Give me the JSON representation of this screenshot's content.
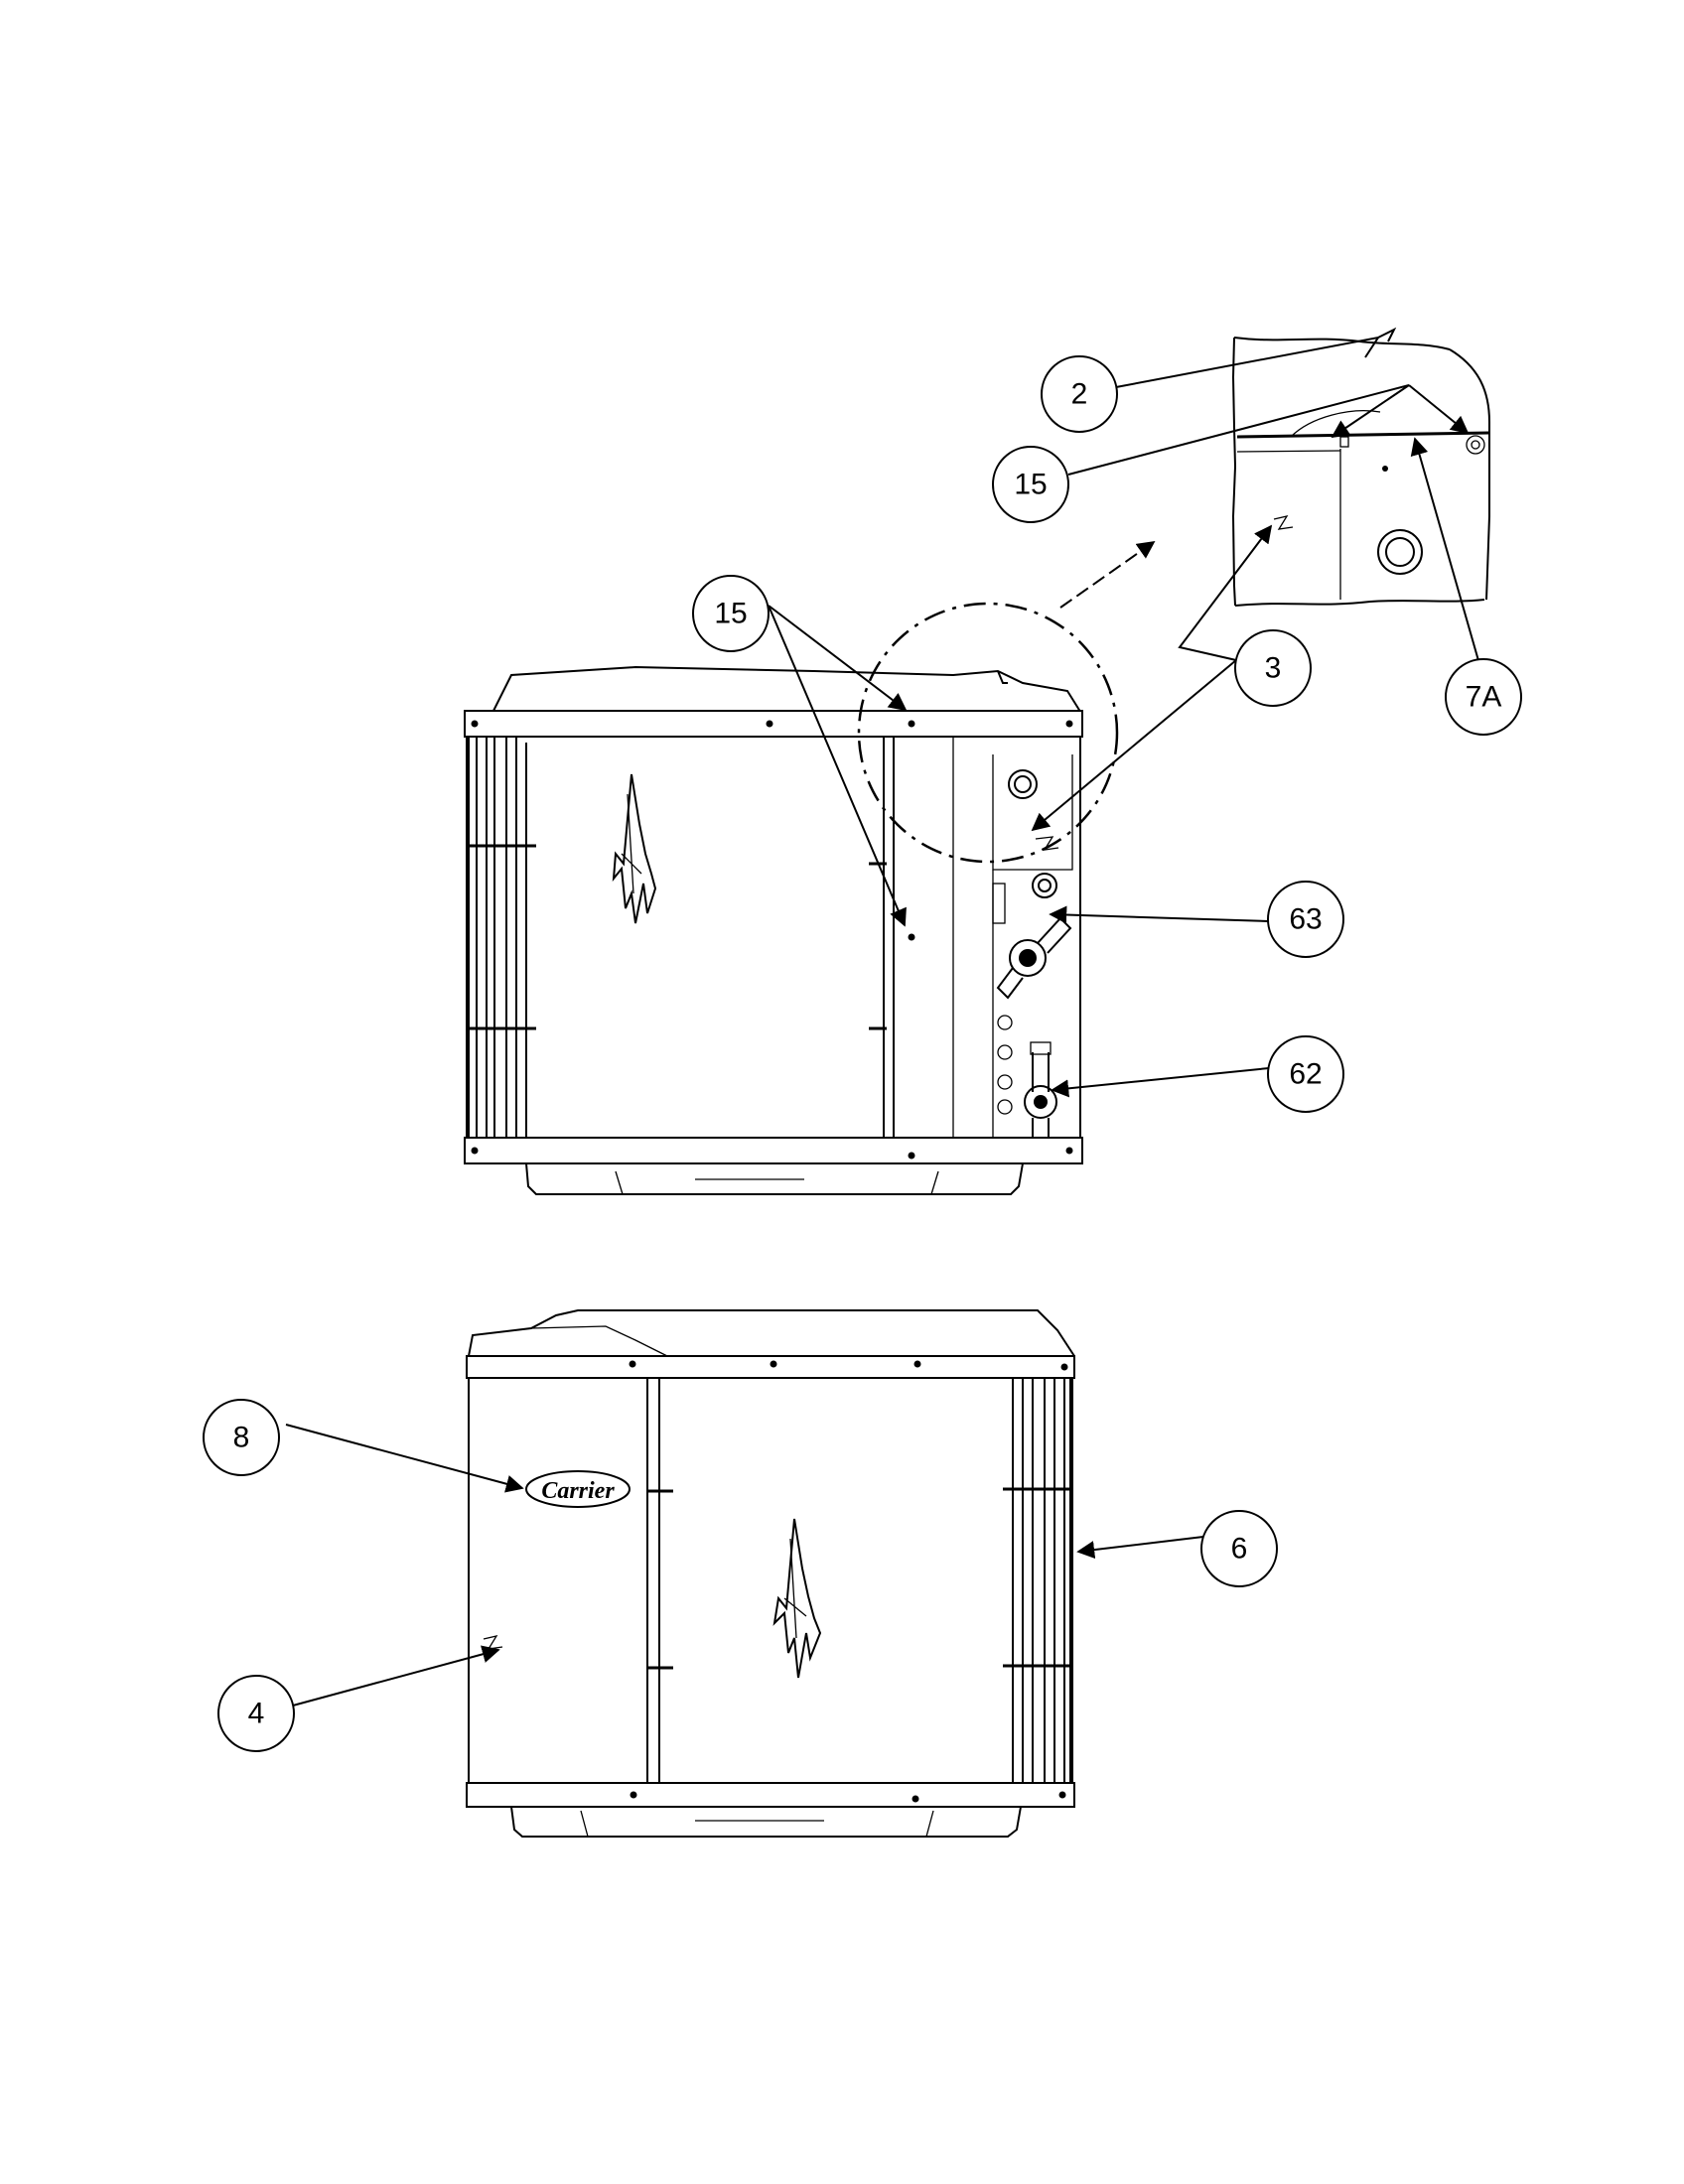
{
  "callouts": {
    "c2": "2",
    "c15_detail": "15",
    "c15_main": "15",
    "c3": "3",
    "c7a": "7A",
    "c63": "63",
    "c62": "62",
    "c8": "8",
    "c6": "6",
    "c4": "4"
  },
  "brand": {
    "logo_text": "Carrier"
  }
}
